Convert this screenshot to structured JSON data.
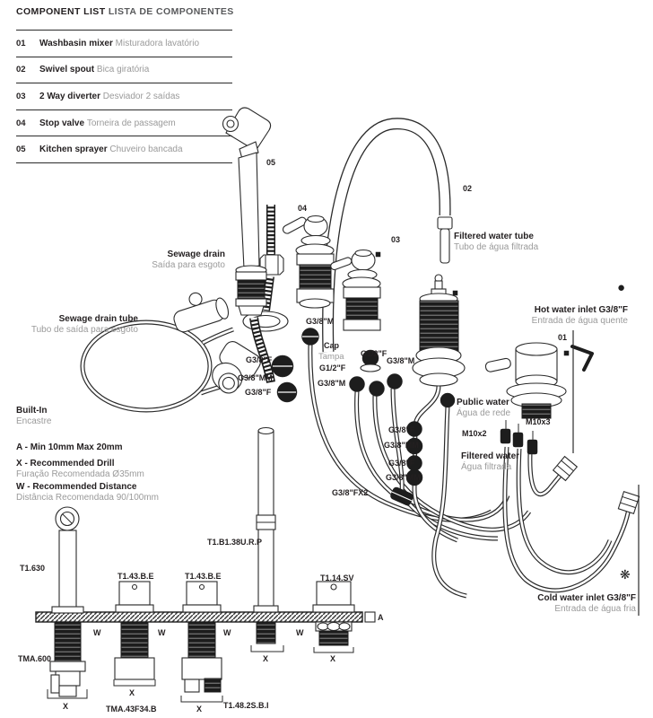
{
  "header": {
    "title_en": "COMPONENT LIST",
    "title_pt": "LISTA DE COMPONENTES"
  },
  "component_list": [
    {
      "num": "01",
      "en": "Washbasin mixer",
      "pt": "Misturadora lavatório"
    },
    {
      "num": "02",
      "en": "Swivel spout",
      "pt": "Bica giratória"
    },
    {
      "num": "03",
      "en": "2 Way diverter",
      "pt": "Desviador 2 saídas"
    },
    {
      "num": "04",
      "en": "Stop valve",
      "pt": "Torneira de passagem"
    },
    {
      "num": "05",
      "en": "Kitchen sprayer",
      "pt": "Chuveiro bancada"
    }
  ],
  "markers": {
    "m01": "01",
    "m02": "02",
    "m03": "03",
    "m04": "04",
    "m05": "05"
  },
  "labels": {
    "sewage_drain_en": "Sewage  drain",
    "sewage_drain_pt": "Saída para esgoto",
    "sewage_tube_en": "Sewage  drain tube",
    "sewage_tube_pt": "Tubo de saída para esgoto",
    "filtered_tube_en": "Filtered water tube",
    "filtered_tube_pt": "Tubo de água filtrada",
    "hot_en": "Hot water inlet G3/8\"F",
    "hot_pt": "Entrada de água quente",
    "cold_en": "Cold water inlet G3/8\"F",
    "cold_pt": "Entrada de água fria",
    "public_en": "Public water",
    "public_pt": "Água de rede",
    "filtered_en": "Filtered water",
    "filtered_pt": "Água filtrada",
    "built_in_en": "Built-In",
    "built_in_pt": "Encastre",
    "cap_en": "Cap",
    "cap_pt": "Tampa"
  },
  "notes": {
    "a": "A - Min 10mm Max 20mm",
    "x_en": "X - Recommended Drill",
    "x_pt": "Furação Recomendada Ø35mm",
    "w_en": "W - Recommended Distance",
    "w_pt": "Distância Recomendada 90/100mm"
  },
  "fittings": {
    "f1": "G3/8\"M",
    "f2": "G3/8\"F",
    "f3": "G3/8\"MM",
    "f4": "G3/8\"F",
    "f5": "G1/2\"F",
    "f6": "G3/8\"M",
    "f7": "G1/2\"F",
    "f8": "G3/8\"M",
    "f9": "G3/8\"F",
    "f10": "G3/8\"MM",
    "f11": "G3/8\"F",
    "f12": "G3/8\"MM",
    "f13": "G3/8\"FX2",
    "f14": "M10x2",
    "f15": "M10x3"
  },
  "part_codes": {
    "c1": "T1.630",
    "c2": "TMA.600",
    "c3": "T1.43.B.E",
    "c4": "T1.43.B.E",
    "c5": "T1.B1.38U.R.P",
    "c6": "T1.14.SV",
    "c7": "TMA.43F34.B",
    "c8": "T1.48.2S.B.I"
  },
  "dims": {
    "a": "A",
    "w": "W",
    "x": "X"
  },
  "icons": {
    "hot_water_glyph": "●",
    "cold_water_glyph": "❋"
  },
  "colors": {
    "ink": "#231f20",
    "muted": "#9a9a9a"
  }
}
